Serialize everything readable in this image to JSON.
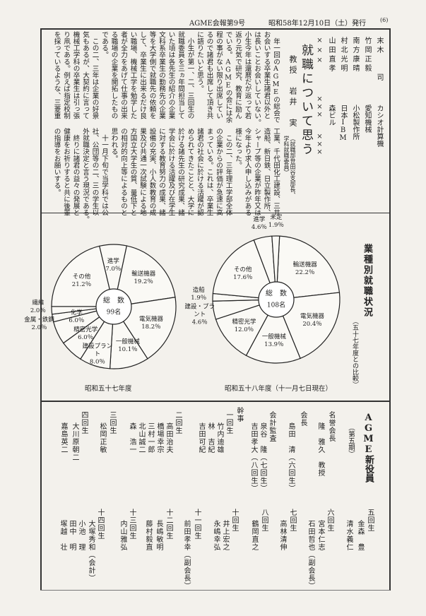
{
  "header": {
    "issue": "AGME会報第9号",
    "date": "昭和58年12月10日（土）発行",
    "page": "(6)"
  },
  "alumni_list": [
    {
      "name": "末木　　司",
      "company": "カシオ計算機"
    },
    {
      "name": "竹岡正毅",
      "company": "愛知機械"
    },
    {
      "name": "南方康晴",
      "company": "小松製作所"
    },
    {
      "name": "村北光明",
      "company": "日本IBM"
    },
    {
      "name": "山田直孝",
      "company": "森ビル"
    },
    {
      "name": "×××",
      "company": "×××　　×××"
    }
  ],
  "article": {
    "title": "就職について思う",
    "author": "教授　岩井　実",
    "author_note": "（就職部世田谷支部長、学科就職委員）",
    "top_lines": [
      "　年一回のAGMEの総会で",
      "お会いする卒業生諸君以外と",
      "は長いことお会いしていない。",
      "小生今年は還暦だが返って若",
      "返り元気で研究、教育に励ん",
      "でいる。AGMEの会には余",
      "程の事がない限り出席してい",
      "るので諸君も出席して頂き共",
      "に語りたいと思う。",
      "　小生が第一、二、三回生の",
      "就職委員を三ヵ年間担当して",
      "いた頃は各先生の紹介の企業",
      "文科系卒業生の勤務先の企業",
      "等を大学側で就職先の依頼を",
      "して、卒業生に出来るだけ良",
      "い職場、機械工学を勉学した",
      "者が全力をあげて仕事の出来",
      "る職場の企業を開拓したもの",
      "である。",
      "　この二、三年は企業の好景",
      "気もあるが、大契約に言って",
      "機械工学科の卒業生は引っ張",
      "り凧である。例えば指定校制",
      "を採っているような、三菱重"
    ],
    "bottom_lines": [
      "工業、千代田化工建設、三井",
      "造船、新日鉄、日立製作所、",
      "シャープ等の企業が昨年又は",
      "今年より求人申し込みがある",
      "様になった。",
      "　この二、三年理工学部全体",
      "の企業からの評価が急速に高",
      "まっている。これは、卒業生",
      "諸君の社会に於ける活躍が認",
      "められてきたことと、大学に",
      "於ける諸先生の研究成果、諸",
      "学会に於ける活躍及び在学生",
      "に対する教育努力の成果、諸",
      "設備の充実、小人数教育の成",
      "果及び共通一次試験による地",
      "方国立大学生の質、量低下と",
      "の相対的向上等によるものと",
      "思われる。",
      "　十一月下旬で当学科では公",
      "社、公団等の二、三の学生以",
      "外就職決定と言う現況である。",
      "　終りに諸君の益々の発展と",
      "健康をお祈りすると共に後輩",
      "の指導をお願いする。"
    ]
  },
  "chart_section": {
    "title": "業種別就職状況",
    "subtitle": "（五十七年度との比較）"
  },
  "chart_data": [
    {
      "type": "pie",
      "title": "昭和五十七年度",
      "center_label": "総　数",
      "total": "99名",
      "slices": [
        {
          "name": "輸送機器",
          "value": 19.2,
          "label": "19.2％"
        },
        {
          "name": "電気機器",
          "value": 18.2,
          "label": "18.2％"
        },
        {
          "name": "一般機械",
          "value": 10.1,
          "label": "10.1％"
        },
        {
          "name": "建設プラント",
          "value": 8.0,
          "label": "8.0％"
        },
        {
          "name": "精密光学",
          "value": 6.0,
          "label": "6.0％"
        },
        {
          "name": "化学",
          "value": 6.0,
          "label": "6.0％"
        },
        {
          "name": "金属・鉄鋼",
          "value": 2.0,
          "label": "2.0％"
        },
        {
          "name": "繊維",
          "value": 2.0,
          "label": "2.0％"
        },
        {
          "name": "その他",
          "value": 21.2,
          "label": "21.2％"
        },
        {
          "name": "進学",
          "value": 7.0,
          "label": "7.0％"
        }
      ]
    },
    {
      "type": "pie",
      "title": "昭和五十八年度（十一月七日現在）",
      "center_label": "総　数",
      "total": "108名",
      "slices": [
        {
          "name": "輸送機器",
          "value": 22.2,
          "label": "22.2％"
        },
        {
          "name": "電気機器",
          "value": 20.4,
          "label": "20.4％"
        },
        {
          "name": "一般機械",
          "value": 13.9,
          "label": "13.9％"
        },
        {
          "name": "精密光学",
          "value": 12.0,
          "label": "12.0％"
        },
        {
          "name": "建設・プラント",
          "value": 4.6,
          "label": "4.6％"
        },
        {
          "name": "造船",
          "value": 1.9,
          "label": "1.9％"
        },
        {
          "name": "その他",
          "value": 17.6,
          "label": "17.6％"
        },
        {
          "name": "進学",
          "value": 4.6,
          "label": "4.6％"
        },
        {
          "name": "未定",
          "value": 1.9,
          "label": "1.9％"
        }
      ]
    }
  ],
  "officers": {
    "title": "AGME新役員",
    "term": "（第五期）",
    "columns_top": [
      "名誉会長",
      "隆　雅久　教授",
      "会長",
      "島田　清（六回生）",
      "会計監査",
      "泉谷　隆（七回生）",
      "吉田孝大（八回生）",
      "幹事",
      "一回生",
      "竹内迪雄",
      "林　吉紀",
      "吉田可紀",
      "二回生",
      "高田治夫",
      "橋場幸宗",
      "三村一郎",
      "北山誠二",
      "森　浩一",
      "三回生",
      "松岡正敏",
      "四回生",
      "大川原朝二",
      "嘉島英二"
    ],
    "columns_bottom": [
      "五回生",
      "金森　豊",
      "清水義仁",
      "六回生",
      "宮本仁志",
      "石田哲也（副会長）",
      "七回生",
      "高林清伸",
      "八回生",
      "鶴岡直之",
      "十回生",
      "井上宏之",
      "永嶋幸弘",
      "十一回生",
      "前田孝幸（副会長）",
      "十二回生",
      "長嶋敏明",
      "藤村毅直",
      "十三回生",
      "内山雅弘",
      "十四回生",
      "大塚秀和（会計）",
      "小池　理",
      "田中　明",
      "塚越　壮"
    ]
  }
}
